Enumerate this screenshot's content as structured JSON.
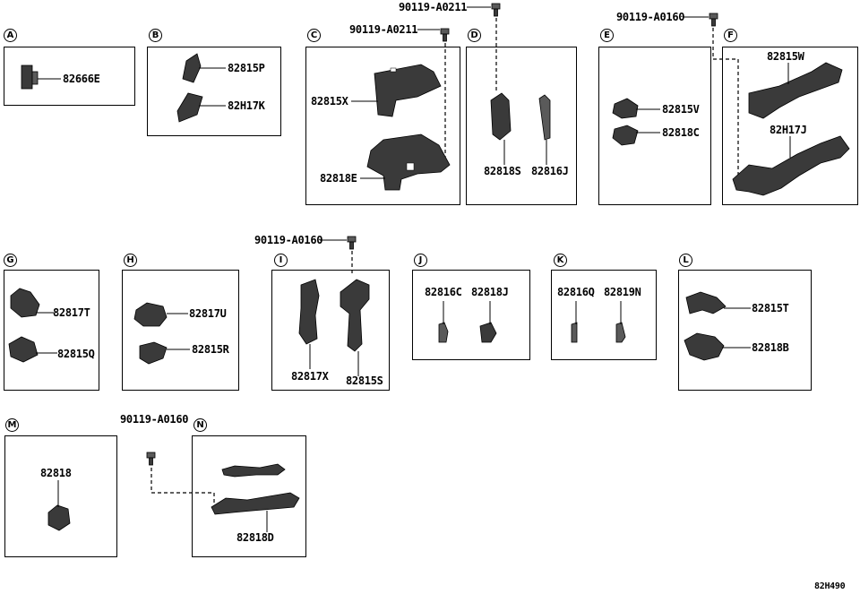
{
  "diagram_code": "82H490",
  "sections": [
    {
      "letter": "A",
      "parts": [
        "82666E"
      ]
    },
    {
      "letter": "B",
      "parts": [
        "82815P",
        "82H17K"
      ]
    },
    {
      "letter": "C",
      "parts": [
        "82815X",
        "82818E"
      ]
    },
    {
      "letter": "D",
      "parts": [
        "82818S",
        "82816J"
      ]
    },
    {
      "letter": "E",
      "parts": [
        "82815V",
        "82818C"
      ]
    },
    {
      "letter": "F",
      "parts": [
        "82815W",
        "82H17J"
      ]
    },
    {
      "letter": "G",
      "parts": [
        "82817T",
        "82815Q"
      ]
    },
    {
      "letter": "H",
      "parts": [
        "82817U",
        "82815R"
      ]
    },
    {
      "letter": "I",
      "parts": [
        "82817X",
        "82815S"
      ]
    },
    {
      "letter": "J",
      "parts": [
        "82816C",
        "82818J"
      ]
    },
    {
      "letter": "K",
      "parts": [
        "82816Q",
        "82819N"
      ]
    },
    {
      "letter": "L",
      "parts": [
        "82815T",
        "82818B"
      ]
    },
    {
      "letter": "M",
      "parts": [
        "82818"
      ]
    },
    {
      "letter": "N",
      "parts": [
        "82818D"
      ]
    }
  ],
  "bolts": [
    "90119-A0211",
    "90119-A0211",
    "90119-A0160",
    "90119-A0160",
    "90119-A0160"
  ]
}
